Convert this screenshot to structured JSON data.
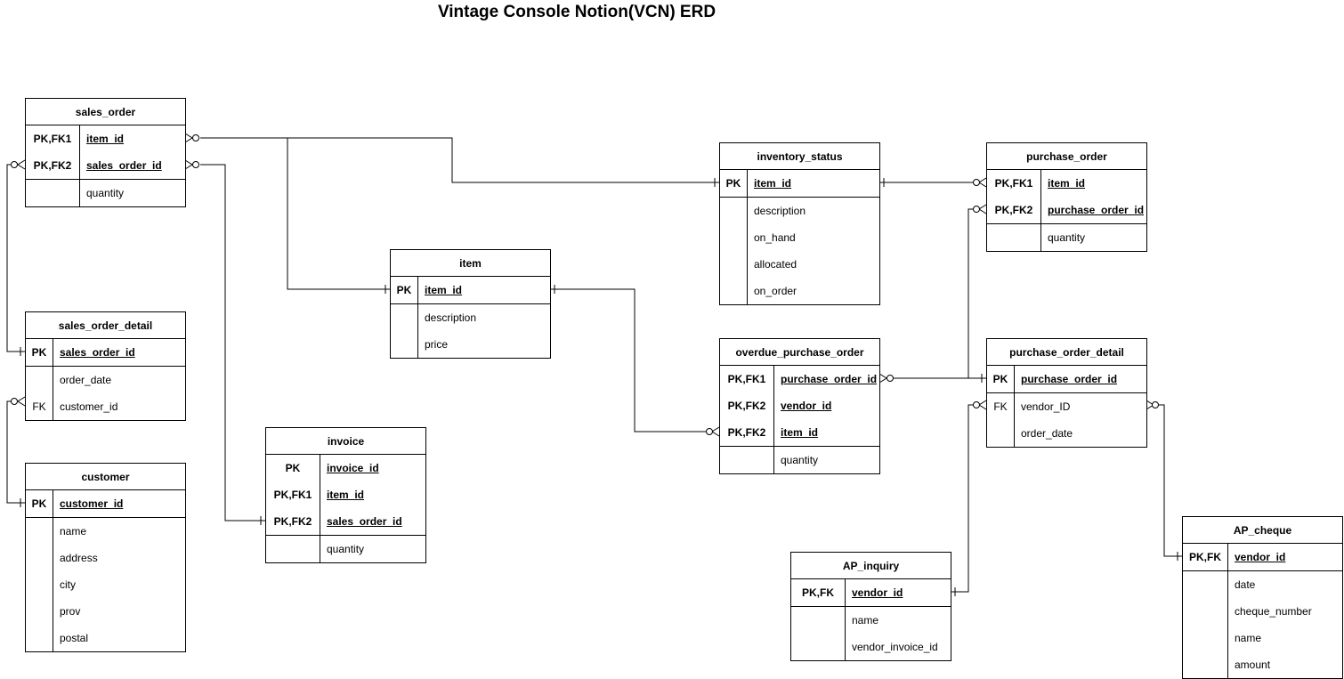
{
  "title": "Vintage Console Notion(VCN) ERD",
  "entities": {
    "sales_order": {
      "name": "sales_order",
      "rows": [
        {
          "key": "PK,FK1",
          "attr": "item_id"
        },
        {
          "key": "PK,FK2",
          "attr": "sales_order_id"
        },
        {
          "key": "",
          "attr": "quantity"
        }
      ]
    },
    "sales_order_detail": {
      "name": "sales_order_detail",
      "rows": [
        {
          "key": "PK",
          "attr": "sales_order_id"
        },
        {
          "key": "",
          "attr": "order_date"
        },
        {
          "key": "FK",
          "attr": "customer_id"
        }
      ]
    },
    "customer": {
      "name": "customer",
      "rows": [
        {
          "key": "PK",
          "attr": "customer_id"
        },
        {
          "key": "",
          "attr": "name"
        },
        {
          "key": "",
          "attr": "address"
        },
        {
          "key": "",
          "attr": "city"
        },
        {
          "key": "",
          "attr": "prov"
        },
        {
          "key": "",
          "attr": "postal"
        }
      ]
    },
    "item": {
      "name": "item",
      "rows": [
        {
          "key": "PK",
          "attr": "item_id"
        },
        {
          "key": "",
          "attr": "description"
        },
        {
          "key": "",
          "attr": "price"
        }
      ]
    },
    "invoice": {
      "name": "invoice",
      "rows": [
        {
          "key": "PK",
          "attr": "invoice_id"
        },
        {
          "key": "PK,FK1",
          "attr": "item_id"
        },
        {
          "key": "PK,FK2",
          "attr": "sales_order_id"
        },
        {
          "key": "",
          "attr": "quantity"
        }
      ]
    },
    "inventory_status": {
      "name": "inventory_status",
      "rows": [
        {
          "key": "PK",
          "attr": "item_id"
        },
        {
          "key": "",
          "attr": "description"
        },
        {
          "key": "",
          "attr": "on_hand"
        },
        {
          "key": "",
          "attr": "allocated"
        },
        {
          "key": "",
          "attr": "on_order"
        }
      ]
    },
    "overdue_purchase_order": {
      "name": "overdue_purchase_order",
      "rows": [
        {
          "key": "PK,FK1",
          "attr": "purchase_order_id"
        },
        {
          "key": "PK,FK2",
          "attr": "vendor_id"
        },
        {
          "key": "PK,FK2",
          "attr": "item_id"
        },
        {
          "key": "",
          "attr": "quantity"
        }
      ]
    },
    "purchase_order": {
      "name": "purchase_order",
      "rows": [
        {
          "key": "PK,FK1",
          "attr": "item_id"
        },
        {
          "key": "PK,FK2",
          "attr": "purchase_order_id"
        },
        {
          "key": "",
          "attr": "quantity"
        }
      ]
    },
    "purchase_order_detail": {
      "name": "purchase_order_detail",
      "rows": [
        {
          "key": "PK",
          "attr": "purchase_order_id"
        },
        {
          "key": "FK",
          "attr": "vendor_ID"
        },
        {
          "key": "",
          "attr": "order_date"
        }
      ]
    },
    "AP_inquiry": {
      "name": "AP_inquiry",
      "rows": [
        {
          "key": "PK,FK",
          "attr": "vendor_id"
        },
        {
          "key": "",
          "attr": "name"
        },
        {
          "key": "",
          "attr": "vendor_invoice_id"
        }
      ]
    },
    "AP_cheque": {
      "name": "AP_cheque",
      "rows": [
        {
          "key": "PK,FK",
          "attr": "vendor_id"
        },
        {
          "key": "",
          "attr": "date"
        },
        {
          "key": "",
          "attr": "cheque_number"
        },
        {
          "key": "",
          "attr": "name"
        },
        {
          "key": "",
          "attr": "amount"
        }
      ]
    }
  }
}
